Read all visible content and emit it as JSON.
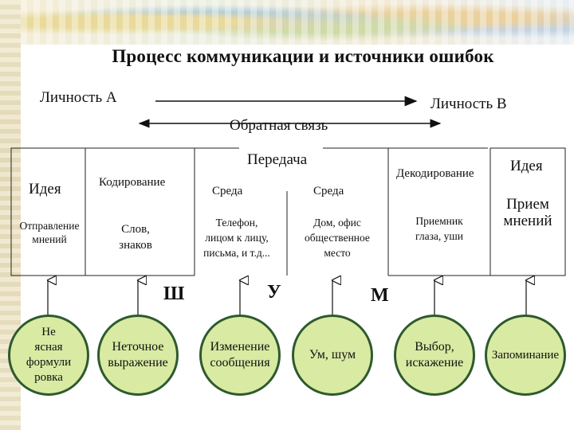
{
  "title": "Процесс коммуникации и источники ошибок",
  "person_a": "Личность А",
  "person_b": "Личность  В",
  "feedback": "Обратная связь",
  "transmission": "Передача",
  "decoding": "Декодирование",
  "left_box": {
    "idea": "Идея",
    "sending": "Отправление\nмнений"
  },
  "encoding": {
    "header": "Кодирование",
    "content": "Слов,\nзнаков"
  },
  "medium1": {
    "header": "Среда",
    "content": "Телефон,\nлицом к лицу,\nписьма, и т.д..."
  },
  "medium2": {
    "header": "Среда",
    "content": "Дом, офис\nобщественное\nместо"
  },
  "receiver": "Приемник\nглаза, уши",
  "right_box": {
    "idea": "Идея",
    "reception": "Прием\nмнений"
  },
  "noise_letters": [
    "Ш",
    "У",
    "М"
  ],
  "errors": [
    "Не\nясная\nформули\nровка",
    "Неточное\nвыражение",
    "Изменение\nсообщения",
    "Ум, шум",
    "Выбор,\nискажение",
    "Запоминание"
  ],
  "colors": {
    "circle_fill": "#d9eaa3",
    "circle_border": "#2e5a2e"
  }
}
